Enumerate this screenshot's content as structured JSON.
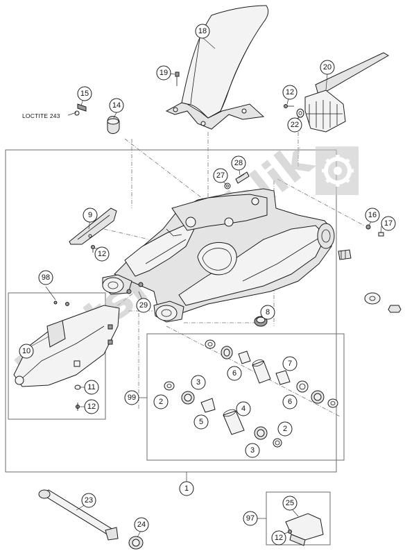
{
  "diagram": {
    "note_loctite": "LOCTITE 243",
    "watermark_text": "PartsRepublik",
    "colors": {
      "line": "#1a1a1a",
      "part_fill": "#e4e4e4",
      "box": "#6a6a6a",
      "watermark": "#bdbdbd"
    },
    "callouts": {
      "c1": "1",
      "c2a": "2",
      "c2b": "2",
      "c3a": "3",
      "c3b": "3",
      "c4": "4",
      "c5": "5",
      "c6a": "6",
      "c6b": "6",
      "c7": "7",
      "c8": "8",
      "c9": "9",
      "c10": "10",
      "c11": "11",
      "c12a": "12",
      "c12b": "12",
      "c12c": "12",
      "c12d": "12",
      "c14": "14",
      "c15": "15",
      "c16": "16",
      "c17": "17",
      "c18": "18",
      "c19": "19",
      "c20": "20",
      "c22": "22",
      "c23": "23",
      "c24": "24",
      "c25": "25",
      "c27": "27",
      "c28": "28",
      "c29": "29",
      "c97": "97",
      "c98": "98",
      "c99": "99"
    }
  }
}
